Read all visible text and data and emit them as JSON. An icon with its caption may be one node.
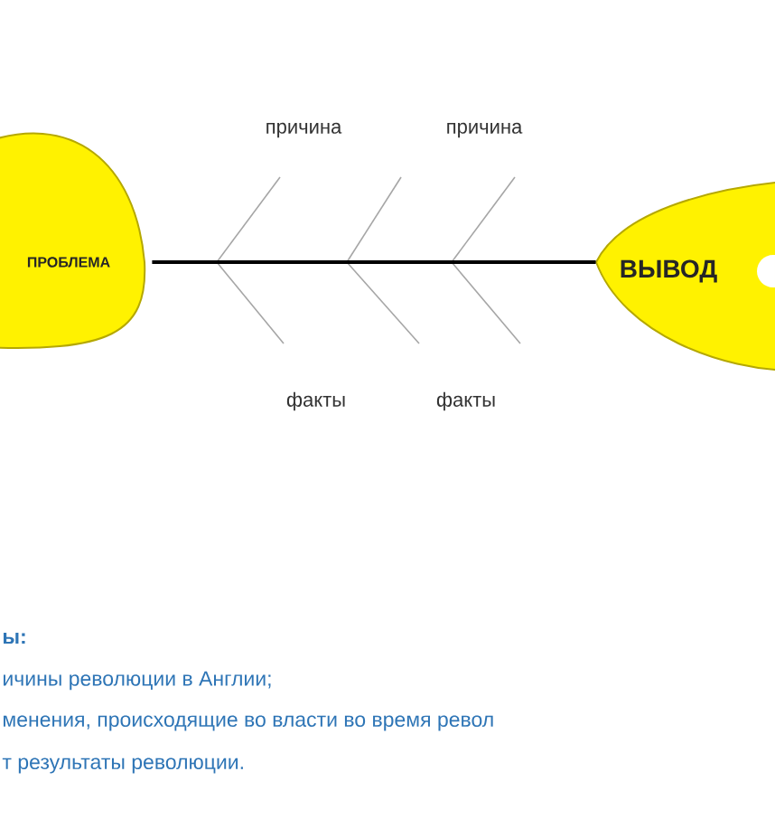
{
  "diagram": {
    "nodes": [
      {
        "text": [
          "ПРОБЛЕМА"
        ]
      },
      {
        "text": [
          "ВЫВОД"
        ]
      }
    ],
    "edges": [
      {
        "from": 0,
        "to": 1,
        "arrow": "none"
      }
    ],
    "labels": [
      "причина",
      "причина",
      "факты",
      "факты",
      "ы:",
      "ичины революции в Англии;",
      "менения, происходящие во власти во время револ",
      "т результаты революции."
    ]
  }
}
